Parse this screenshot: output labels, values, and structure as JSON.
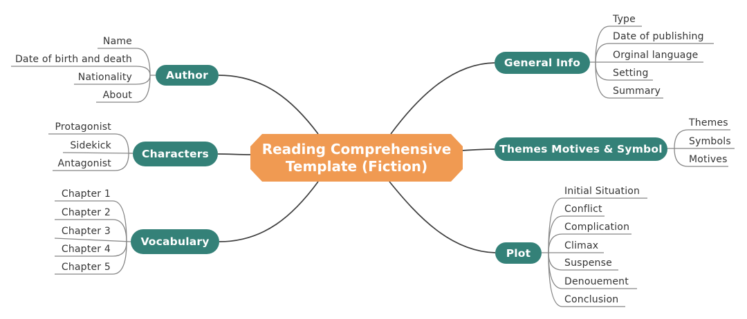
{
  "center": {
    "title": "Reading Comprehensive Template (Fiction)"
  },
  "colors": {
    "center_fill": "#F09A52",
    "branch_fill": "#348178",
    "node_text": "#FFFFFF",
    "leaf_text": "#333333",
    "leaf_line": "#858585",
    "branch_line": "#3D3D3D",
    "background": "#FFFFFF"
  },
  "branches": [
    {
      "label": "Author",
      "children": [
        "Name",
        "Date of birth and death",
        "Nationality",
        "About"
      ]
    },
    {
      "label": "Characters",
      "children": [
        "Protagonist",
        "Sidekick",
        "Antagonist"
      ]
    },
    {
      "label": "Vocabulary",
      "children": [
        "Chapter 1",
        "Chapter 2",
        "Chapter 3",
        "Chapter 4",
        "Chapter 5"
      ]
    },
    {
      "label": "General Info",
      "children": [
        "Type",
        "Date of publishing",
        "Orginal language",
        "Setting",
        "Summary"
      ]
    },
    {
      "label": "Themes Motives & Symbol",
      "children": [
        "Themes",
        "Symbols",
        "Motives"
      ]
    },
    {
      "label": "Plot",
      "children": [
        "Initial Situation",
        "Conflict",
        "Complication",
        "Climax",
        "Suspense",
        "Denouement",
        "Conclusion"
      ]
    }
  ]
}
